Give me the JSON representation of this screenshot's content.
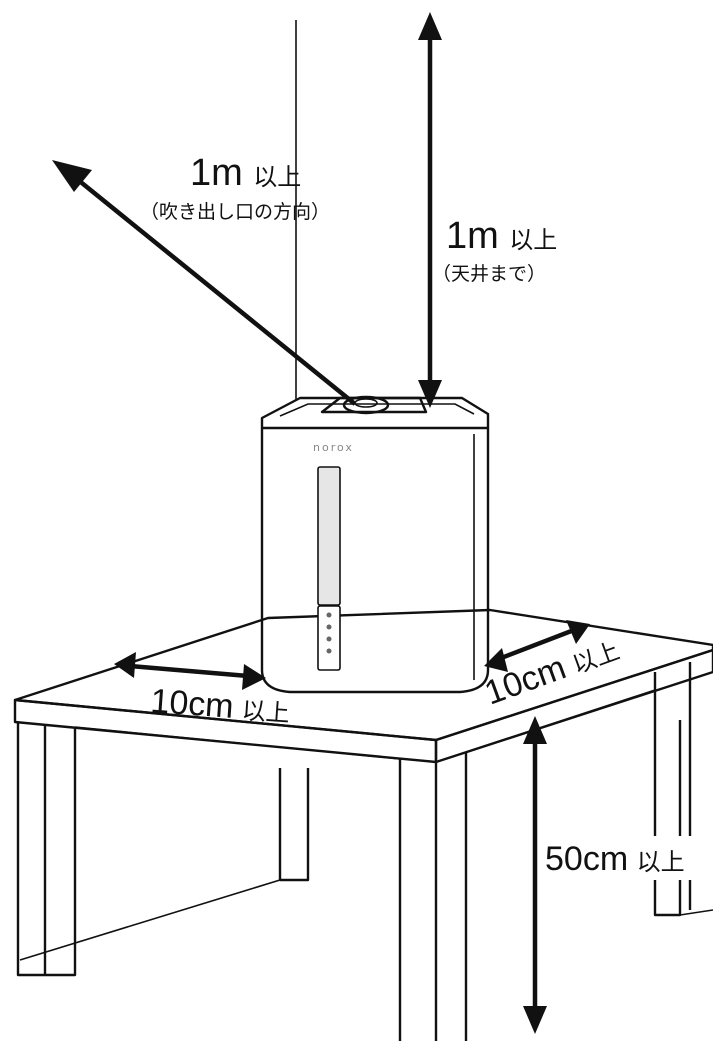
{
  "brand_label": "norox",
  "dimensions": {
    "diagonal": {
      "value": "1m",
      "suffix": "以上",
      "sub": "（吹き出し口の方向）"
    },
    "ceiling": {
      "value": "1m",
      "suffix": "以上",
      "sub": "（天井まで）"
    },
    "side_left": {
      "value": "10cm",
      "suffix": "以上"
    },
    "side_right": {
      "value": "10cm",
      "suffix": "以上"
    },
    "height": {
      "value": "50cm",
      "suffix": "以上"
    }
  },
  "colors": {
    "line": "#111111",
    "device_body": "#ffffff",
    "window": "#d9d9d9"
  }
}
